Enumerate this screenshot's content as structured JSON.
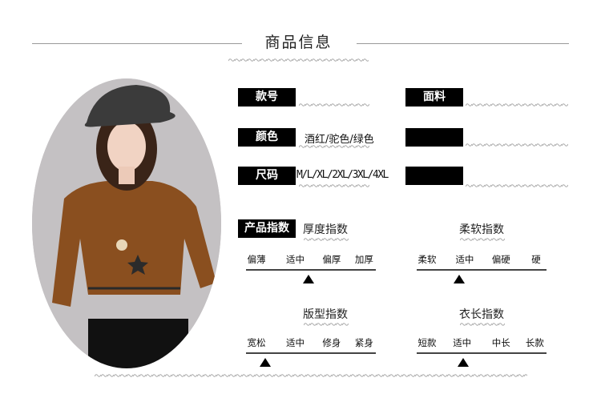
{
  "header": {
    "title": "商品信息"
  },
  "specs": [
    {
      "label": "款号",
      "value": ""
    },
    {
      "label": "面料",
      "value": ""
    },
    {
      "label": "颜色",
      "value": "酒红/驼色/绿色"
    },
    {
      "label": "",
      "value": ""
    },
    {
      "label": "尺码",
      "value": "M/L/XL/2XL/3XL/4XL"
    },
    {
      "label": "",
      "value": ""
    }
  ],
  "indices": {
    "label": "产品指数",
    "groups": [
      {
        "title": "厚度指数",
        "options": [
          "偏薄",
          "适中",
          "偏厚",
          "加厚"
        ],
        "level": 0.48
      },
      {
        "title": "柔软指数",
        "options": [
          "柔软",
          "适中",
          "偏硬",
          "硬"
        ],
        "level": 0.33
      },
      {
        "title": "版型指数",
        "options": [
          "宽松",
          "适中",
          "修身",
          "紧身"
        ],
        "level": 0.15
      },
      {
        "title": "衣长指数",
        "options": [
          "短款",
          "适中",
          "中长",
          "长款"
        ],
        "level": 0.36
      }
    ]
  },
  "colors": {
    "label_bg": "#000000",
    "shirt": "#8a4f1f",
    "wave": "#aaaaaa"
  }
}
